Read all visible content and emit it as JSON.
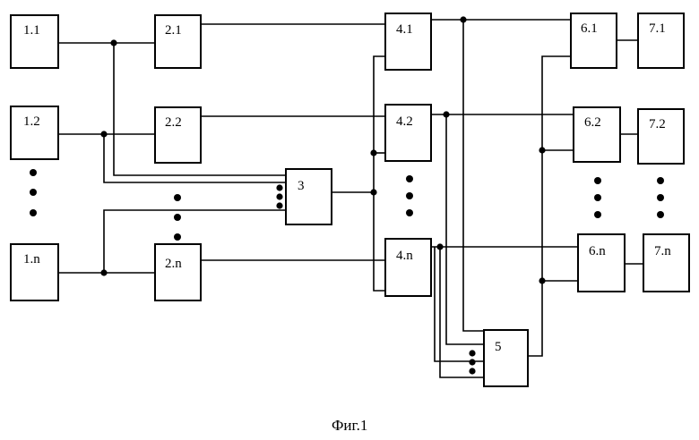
{
  "figure": {
    "caption": "Фиг.1",
    "blocks": {
      "b11": "1.1",
      "b12": "1.2",
      "b1n": "1.n",
      "b21": "2.1",
      "b22": "2.2",
      "b2n": "2.n",
      "b3": "3",
      "b41": "4.1",
      "b42": "4.2",
      "b4n": "4.n",
      "b5": "5",
      "b61": "6.1",
      "b62": "6.2",
      "b6n": "6.n",
      "b71": "7.1",
      "b72": "7.2",
      "b7n": "7.n"
    }
  }
}
